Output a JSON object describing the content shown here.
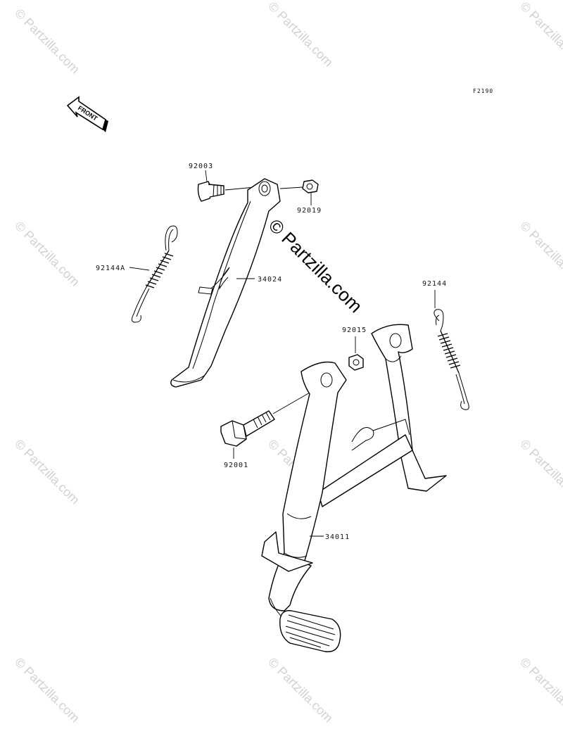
{
  "diagram": {
    "figure_code": "F2190",
    "front_label": "FRONT",
    "watermark_center": "© Partzilla.com",
    "watermark_tile": "© Partzilla.com",
    "parts": [
      {
        "id": "92003"
      },
      {
        "id": "92019"
      },
      {
        "id": "92144A"
      },
      {
        "id": "34024"
      },
      {
        "id": "92144"
      },
      {
        "id": "92015"
      },
      {
        "id": "92001"
      },
      {
        "id": "34011"
      }
    ]
  }
}
